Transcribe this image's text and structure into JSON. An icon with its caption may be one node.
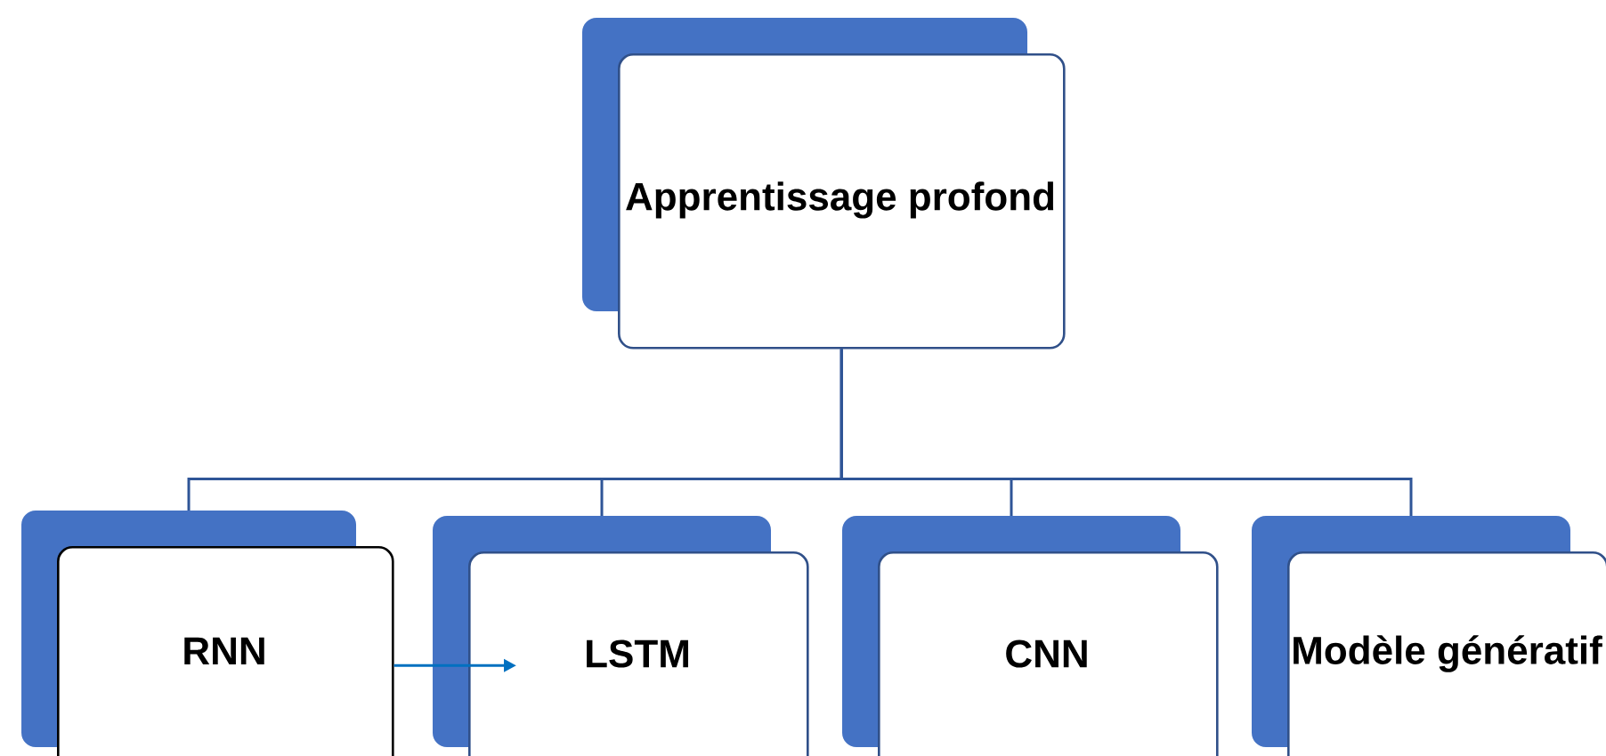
{
  "diagram": {
    "nodes": [
      {
        "text": [
          "Apprentissage profond"
        ]
      },
      {
        "text": [
          "RNN"
        ]
      },
      {
        "text": [
          "LSTM"
        ]
      },
      {
        "text": [
          "CNN"
        ]
      },
      {
        "text": [
          "Modèle génératif"
        ]
      }
    ],
    "edges": [
      {
        "from": 0,
        "to": 1,
        "arrow": "none"
      },
      {
        "from": 0,
        "to": 2,
        "arrow": "none"
      },
      {
        "from": 0,
        "to": 3,
        "arrow": "none"
      },
      {
        "from": 0,
        "to": 4,
        "arrow": "none"
      },
      {
        "from": 1,
        "to": 2,
        "arrow": "to",
        "color": "#0070c0"
      }
    ]
  }
}
